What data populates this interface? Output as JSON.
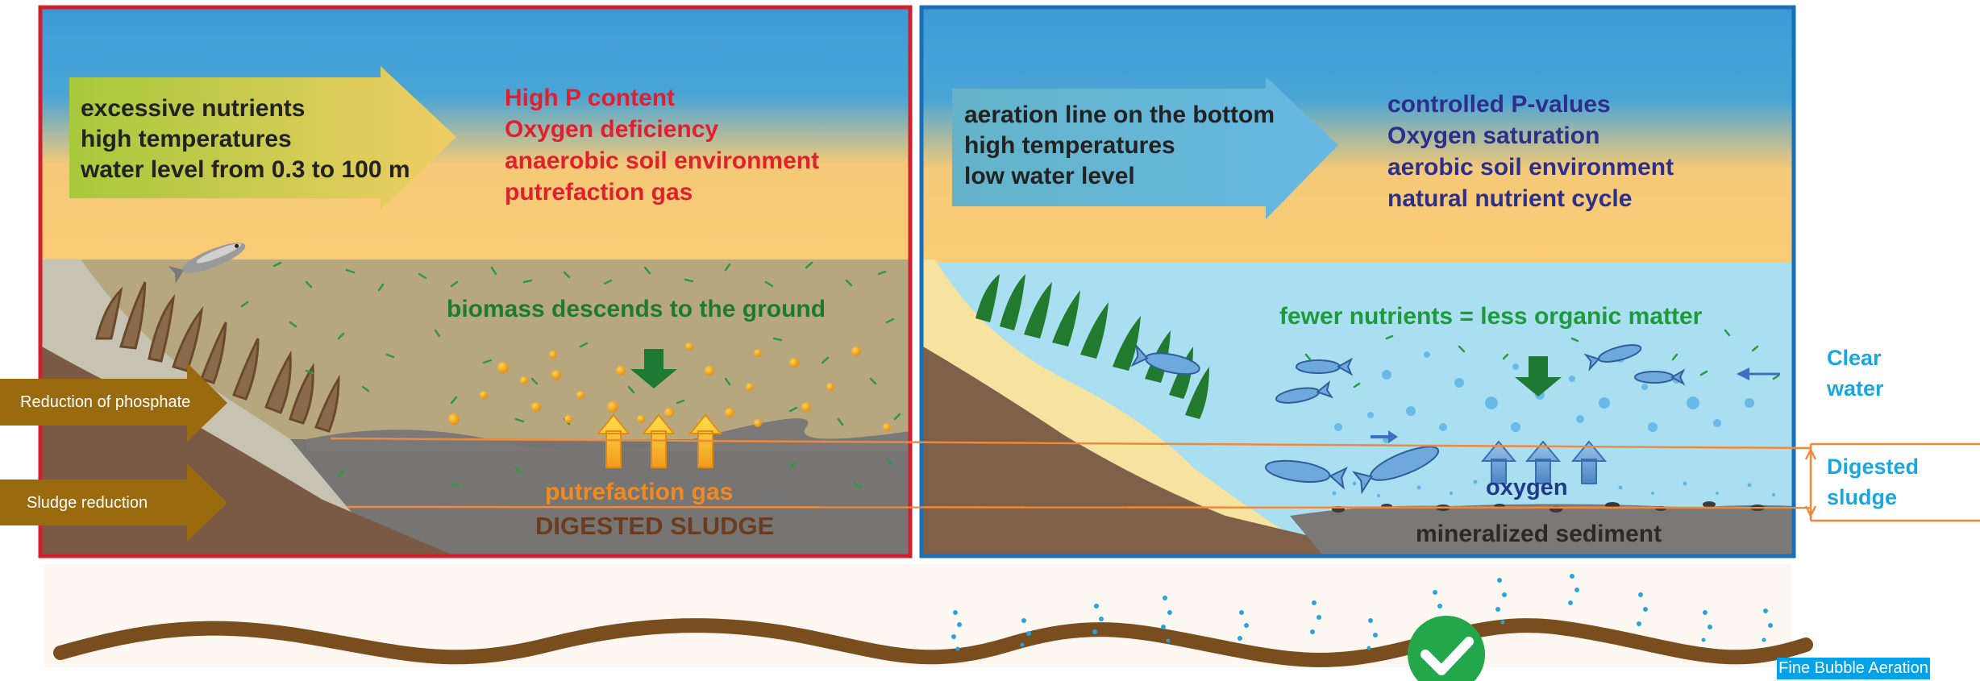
{
  "left_panel": {
    "causes": [
      "excessive nutrients",
      "high temperatures",
      "water level from 0.3 to 100 m"
    ],
    "effects": [
      "High P content",
      "Oxygen deficiency",
      "anaerobic soil environment",
      "putrefaction gas"
    ],
    "biomass_label": "biomass descends to the ground",
    "gas_label": "putrefaction gas",
    "sludge_label": "DIGESTED SLUDGE",
    "colors": {
      "frame": "#d0202e",
      "effects_text": "#e0202e",
      "biomass_text": "#1e7a32",
      "gas_text": "#f08a1e",
      "sludge_text": "#6b3d1e"
    }
  },
  "right_panel": {
    "causes": [
      "aeration line on the bottom",
      "high temperatures",
      "low water level"
    ],
    "effects": [
      "controlled P-values",
      "Oxygen saturation",
      "aerobic soil environment",
      "natural nutrient cycle"
    ],
    "nutrients_label": "fewer nutrients = less organic matter",
    "oxygen_label": "oxygen",
    "sediment_label": "mineralized sediment",
    "colors": {
      "frame": "#1a6fb8",
      "effects_text": "#2e2f8a",
      "nutrients_text": "#1e9a3c",
      "oxygen_text": "#1f3a8a"
    }
  },
  "callouts": {
    "phosphate": "Reduction of phosphate",
    "sludge": "Sludge reduction",
    "clear_water": [
      "Clear",
      "water"
    ],
    "digested_sludge": [
      "Digested",
      "sludge"
    ]
  },
  "badge": "Fine Bubble Aeration",
  "icons": {
    "check": "check-icon",
    "fish": "fish-icon"
  }
}
